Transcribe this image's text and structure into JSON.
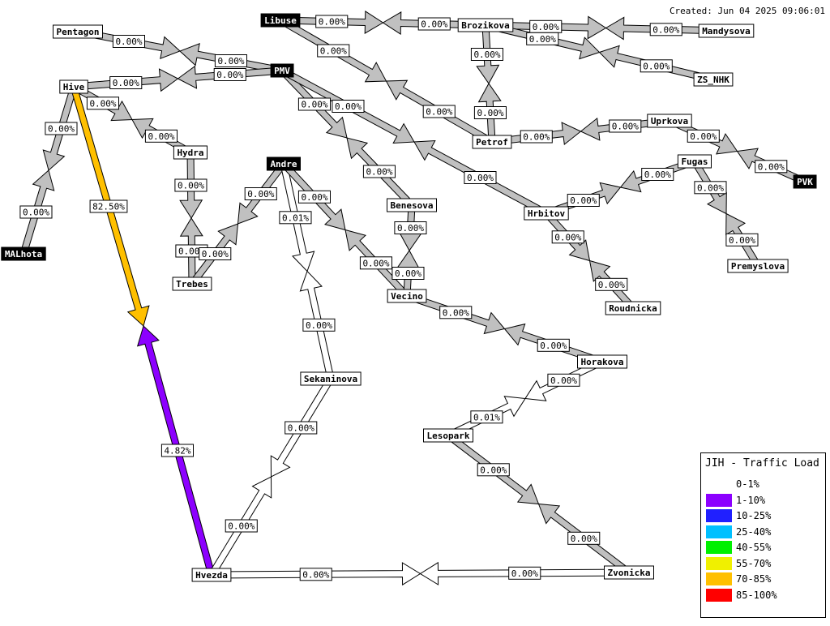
{
  "created": "Created: Jun 04 2025 09:06:01",
  "colors": {
    "idle": "#c0c0c0",
    "low": "#ffffff",
    "violet": "#8c00ff",
    "orange": "#ffc000",
    "node_black": "#000000"
  },
  "nodes": [
    {
      "id": "libuse",
      "label": "Libuse",
      "dark": true
    },
    {
      "id": "brozikova",
      "label": "Brozikova",
      "dark": false
    },
    {
      "id": "mandysova",
      "label": "Mandysova",
      "dark": false
    },
    {
      "id": "pentagon",
      "label": "Pentagon",
      "dark": false
    },
    {
      "id": "zsnhk",
      "label": "ZS_NHK",
      "dark": false
    },
    {
      "id": "pmv",
      "label": "PMV",
      "dark": true
    },
    {
      "id": "hive",
      "label": "Hive",
      "dark": false
    },
    {
      "id": "uprkova",
      "label": "Uprkova",
      "dark": false
    },
    {
      "id": "petrof",
      "label": "Petrof",
      "dark": false
    },
    {
      "id": "hydra",
      "label": "Hydra",
      "dark": false
    },
    {
      "id": "andre",
      "label": "Andre",
      "dark": true
    },
    {
      "id": "fugas",
      "label": "Fugas",
      "dark": false
    },
    {
      "id": "pvk",
      "label": "PVK",
      "dark": true
    },
    {
      "id": "benesova",
      "label": "Benesova",
      "dark": false
    },
    {
      "id": "hrbitov",
      "label": "Hrbitov",
      "dark": false
    },
    {
      "id": "malhota",
      "label": "MALhota",
      "dark": true
    },
    {
      "id": "premyslova",
      "label": "Premyslova",
      "dark": false
    },
    {
      "id": "trebes",
      "label": "Trebes",
      "dark": false
    },
    {
      "id": "vecino",
      "label": "Vecino",
      "dark": false
    },
    {
      "id": "roudnicka",
      "label": "Roudnicka",
      "dark": false
    },
    {
      "id": "horakova",
      "label": "Horakova",
      "dark": false
    },
    {
      "id": "sekaninova",
      "label": "Sekaninova",
      "dark": false
    },
    {
      "id": "lesopark",
      "label": "Lesopark",
      "dark": false
    },
    {
      "id": "hvezda",
      "label": "Hvezda",
      "dark": false
    },
    {
      "id": "zvonicka",
      "label": "Zvonicka",
      "dark": false
    }
  ],
  "links": [
    {
      "from": "libuse",
      "to": "brozikova",
      "out": "0.00%",
      "in": "0.00%",
      "color_out": "idle",
      "color_in": "idle"
    },
    {
      "from": "brozikova",
      "to": "mandysova",
      "out": "0.00%",
      "in": "0.00%",
      "color_out": "idle",
      "color_in": "idle"
    },
    {
      "from": "brozikova",
      "to": "zsnhk",
      "out": "0.00%",
      "in": "0.00%",
      "color_out": "idle",
      "color_in": "idle"
    },
    {
      "from": "brozikova",
      "to": "petrof",
      "out": "0.00%",
      "in": "0.00%",
      "color_out": "idle",
      "color_in": "idle"
    },
    {
      "from": "libuse",
      "to": "petrof",
      "out": "0.00%",
      "in": "0.00%",
      "color_out": "idle",
      "color_in": "idle"
    },
    {
      "from": "pentagon",
      "to": "pmv",
      "out": "0.00%",
      "in": "0.00%",
      "color_out": "idle",
      "color_in": "idle"
    },
    {
      "from": "hive",
      "to": "pmv",
      "out": "0.00%",
      "in": "0.00%",
      "color_out": "idle",
      "color_in": "idle"
    },
    {
      "from": "pmv",
      "to": "benesova",
      "out": "0.00%",
      "in": "0.00%",
      "color_out": "idle",
      "color_in": "idle"
    },
    {
      "from": "pmv",
      "to": "hrbitov",
      "out": "0.00%",
      "in": "0.00%",
      "color_out": "idle",
      "color_in": "idle"
    },
    {
      "from": "petrof",
      "to": "uprkova",
      "out": "0.00%",
      "in": "0.00%",
      "color_out": "idle",
      "color_in": "idle"
    },
    {
      "from": "uprkova",
      "to": "pvk",
      "out": "0.00%",
      "in": "0.00%",
      "color_out": "idle",
      "color_in": "idle"
    },
    {
      "from": "hive",
      "to": "hydra",
      "out": "0.00%",
      "in": "0.00%",
      "color_out": "idle",
      "color_in": "idle"
    },
    {
      "from": "malhota",
      "to": "hive",
      "out": "0.00%",
      "in": "0.00%",
      "color_out": "idle",
      "color_in": "idle"
    },
    {
      "from": "hive",
      "to": "hvezda",
      "out": "82.50%",
      "in": "4.82%",
      "color_out": "orange",
      "color_in": "violet"
    },
    {
      "from": "hydra",
      "to": "trebes",
      "out": "0.00%",
      "in": "0.00%",
      "color_out": "idle",
      "color_in": "idle"
    },
    {
      "from": "trebes",
      "to": "andre",
      "out": "0.00%",
      "in": "0.00%",
      "color_out": "idle",
      "color_in": "idle"
    },
    {
      "from": "andre",
      "to": "sekaninova",
      "out": "0.01%",
      "in": "0.00%",
      "color_out": "low",
      "color_in": "low"
    },
    {
      "from": "andre",
      "to": "vecino",
      "out": "0.00%",
      "in": "0.00%",
      "color_out": "idle",
      "color_in": "idle"
    },
    {
      "from": "benesova",
      "to": "vecino",
      "out": "0.00%",
      "in": "0.00%",
      "color_out": "idle",
      "color_in": "idle"
    },
    {
      "from": "hrbitov",
      "to": "fugas",
      "out": "0.00%",
      "in": "0.00%",
      "color_out": "idle",
      "color_in": "idle"
    },
    {
      "from": "fugas",
      "to": "premyslova",
      "out": "0.00%",
      "in": "0.00%",
      "color_out": "idle",
      "color_in": "idle"
    },
    {
      "from": "hrbitov",
      "to": "roudnicka",
      "out": "0.00%",
      "in": "0.00%",
      "color_out": "idle",
      "color_in": "idle"
    },
    {
      "from": "vecino",
      "to": "horakova",
      "out": "0.00%",
      "in": "0.00%",
      "color_out": "idle",
      "color_in": "idle"
    },
    {
      "from": "horakova",
      "to": "lesopark",
      "out": "0.00%",
      "in": "0.01%",
      "color_out": "low",
      "color_in": "low"
    },
    {
      "from": "lesopark",
      "to": "zvonicka",
      "out": "0.00%",
      "in": "0.00%",
      "color_out": "idle",
      "color_in": "idle"
    },
    {
      "from": "sekaninova",
      "to": "hvezda",
      "out": "0.00%",
      "in": "0.00%",
      "color_out": "low",
      "color_in": "low"
    },
    {
      "from": "hvezda",
      "to": "zvonicka",
      "out": "0.00%",
      "in": "0.00%",
      "color_out": "low",
      "color_in": "low"
    }
  ],
  "legend": {
    "title": "JIH - Traffic Load",
    "items": [
      {
        "label": "0-1%",
        "color": "#ffffff"
      },
      {
        "label": "1-10%",
        "color": "#8c00ff"
      },
      {
        "label": "10-25%",
        "color": "#2020ff"
      },
      {
        "label": "25-40%",
        "color": "#00c0ff"
      },
      {
        "label": "40-55%",
        "color": "#00f000"
      },
      {
        "label": "55-70%",
        "color": "#f0f000"
      },
      {
        "label": "70-85%",
        "color": "#ffc000"
      },
      {
        "label": "85-100%",
        "color": "#ff0000"
      }
    ]
  }
}
